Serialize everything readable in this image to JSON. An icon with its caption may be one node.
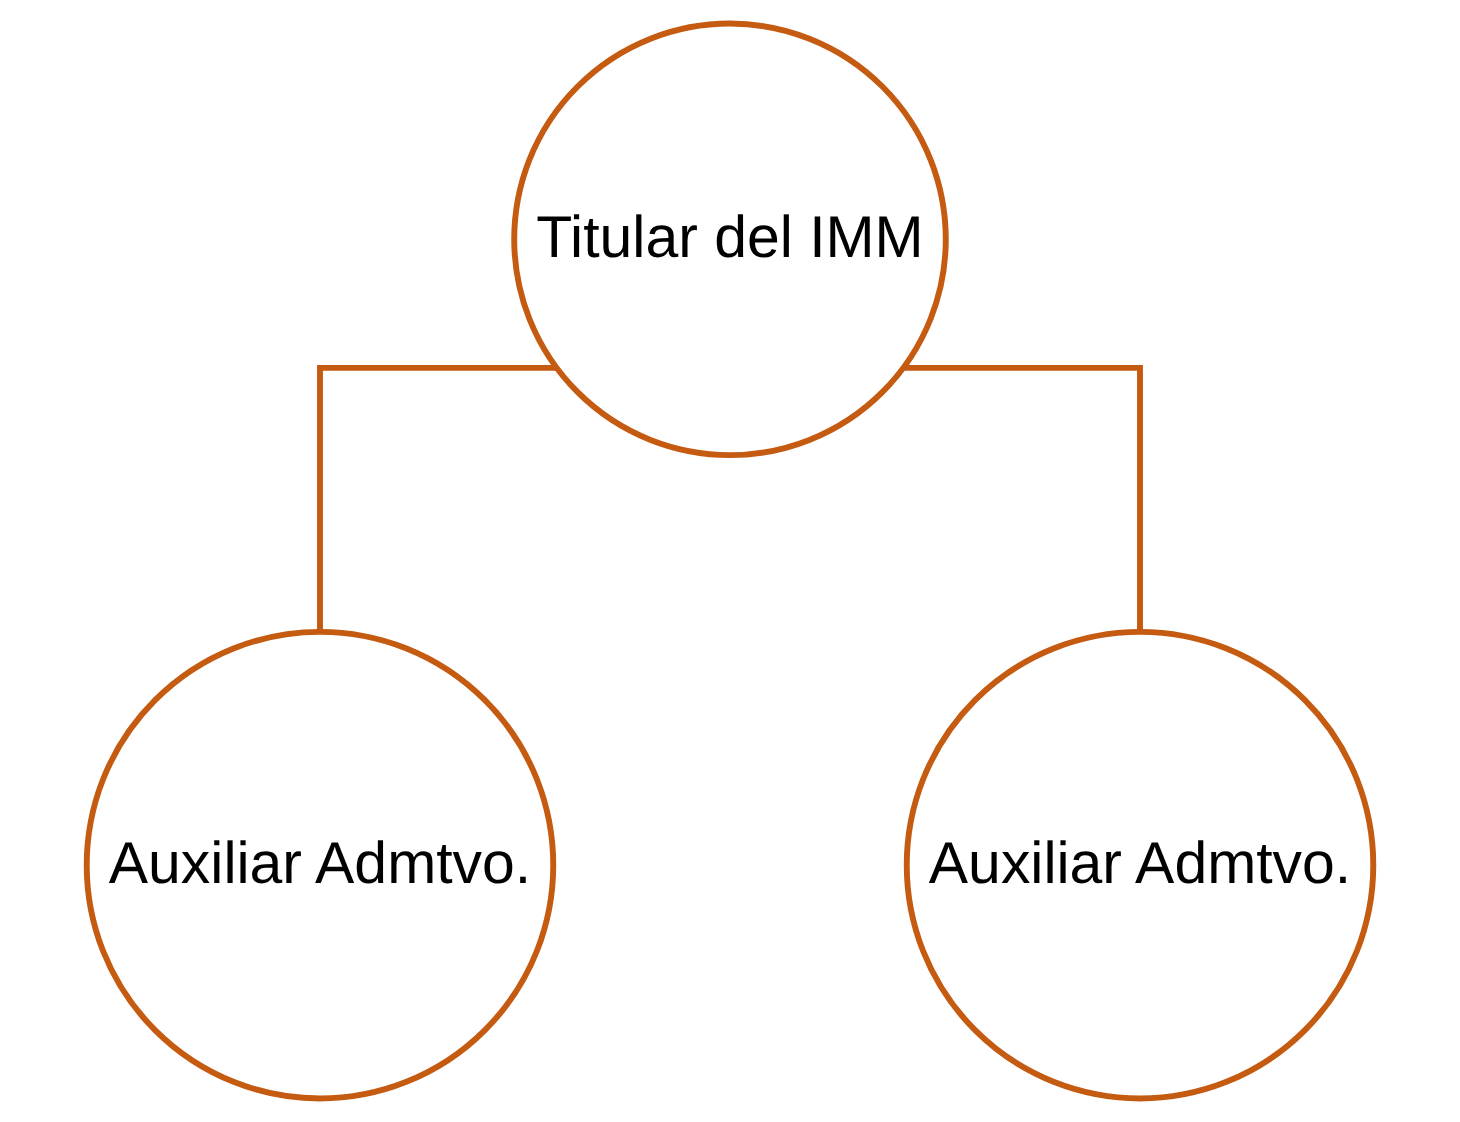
{
  "diagram": {
    "nodes": [
      {
        "text": [
          "Titular del IMM"
        ]
      },
      {
        "text": [
          "Auxiliar Admtvo."
        ]
      },
      {
        "text": [
          "Auxiliar Admtvo."
        ]
      }
    ],
    "edges": [
      {
        "from": 0,
        "to": 1,
        "arrow": "none"
      },
      {
        "from": 0,
        "to": 2,
        "arrow": "none"
      }
    ]
  }
}
